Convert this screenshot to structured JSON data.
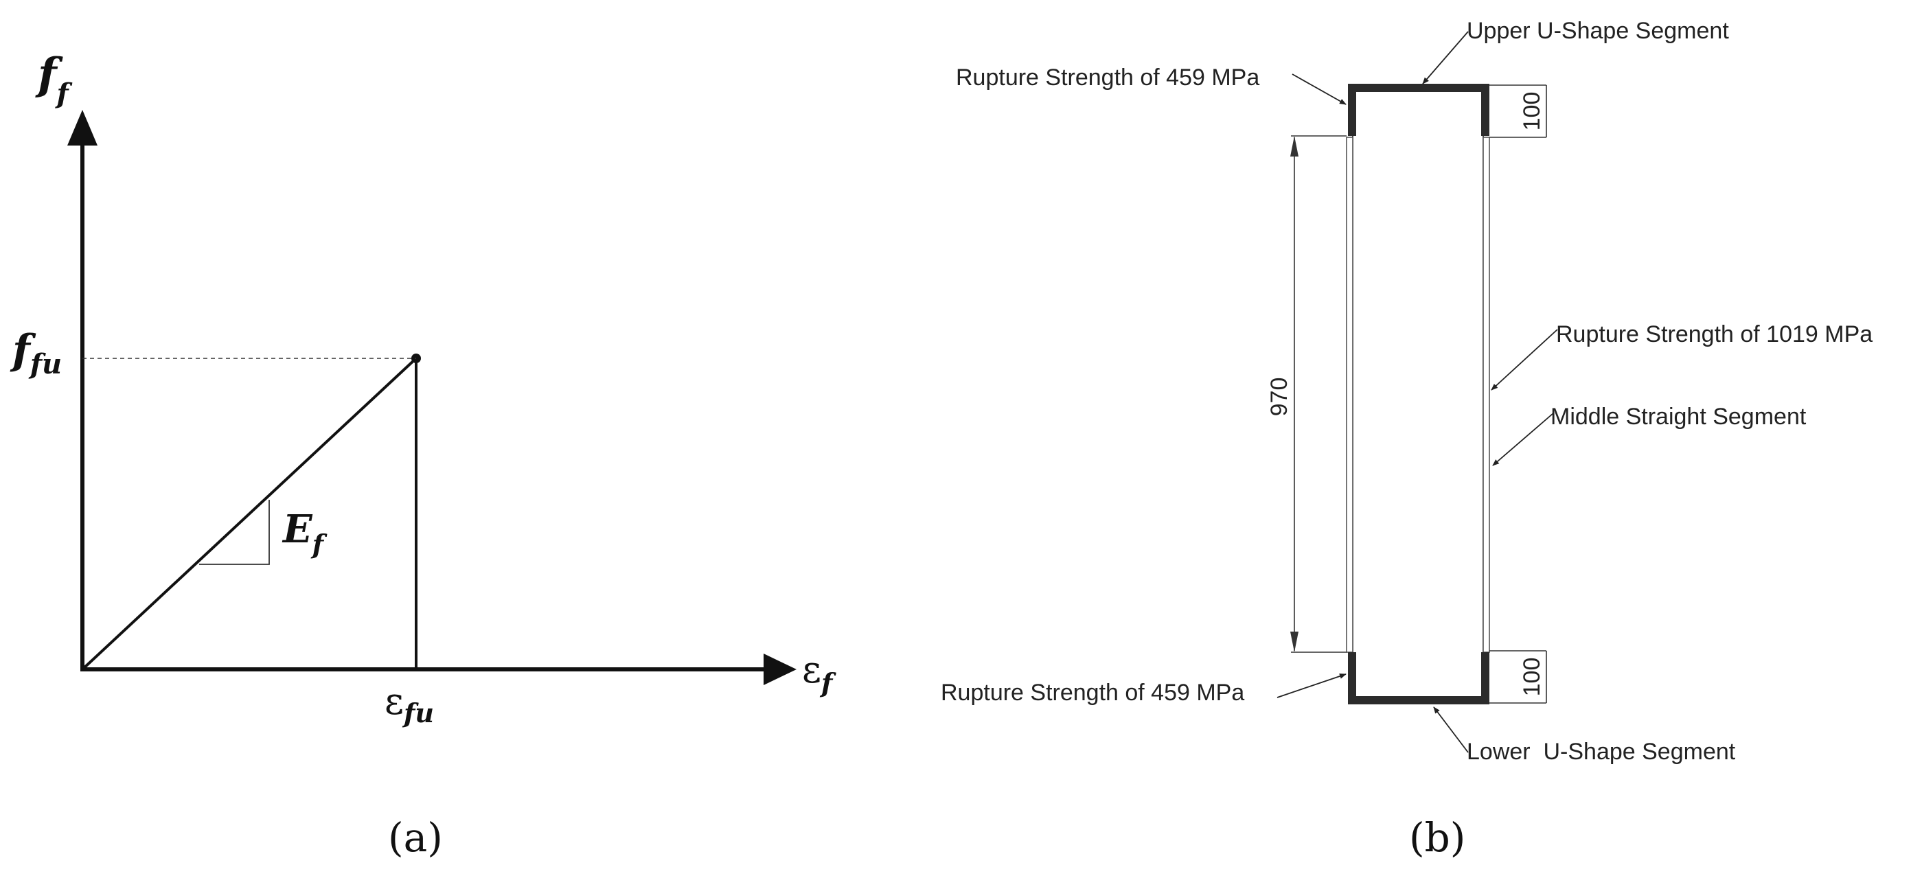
{
  "panel_a": {
    "y_axis_label": {
      "main": "f",
      "sub": "f"
    },
    "x_axis_label": {
      "main": "ε",
      "sub": "f"
    },
    "peak_stress_label": {
      "main": "f",
      "sub": "fu"
    },
    "peak_strain_label": {
      "main": "ε",
      "sub": "fu"
    },
    "slope_label": {
      "main": "E",
      "sub": "f"
    },
    "caption": "(a)"
  },
  "panel_b": {
    "upper_segment_label": "Upper U-Shape Segment",
    "upper_rupture_label": "Rupture Strength of 459 MPa",
    "middle_rupture_label": "Rupture Strength of 1019 MPa",
    "middle_segment_label": "Middle Straight Segment",
    "lower_rupture_label": "Rupture Strength of 459 MPa",
    "lower_segment_label": "Lower  U-Shape Segment",
    "upper_height_dim": "100",
    "lower_height_dim": "100",
    "middle_height_dim": "970",
    "caption": "(b)"
  },
  "colors": {
    "line": "#111111",
    "segment": "#2b2b2b"
  }
}
